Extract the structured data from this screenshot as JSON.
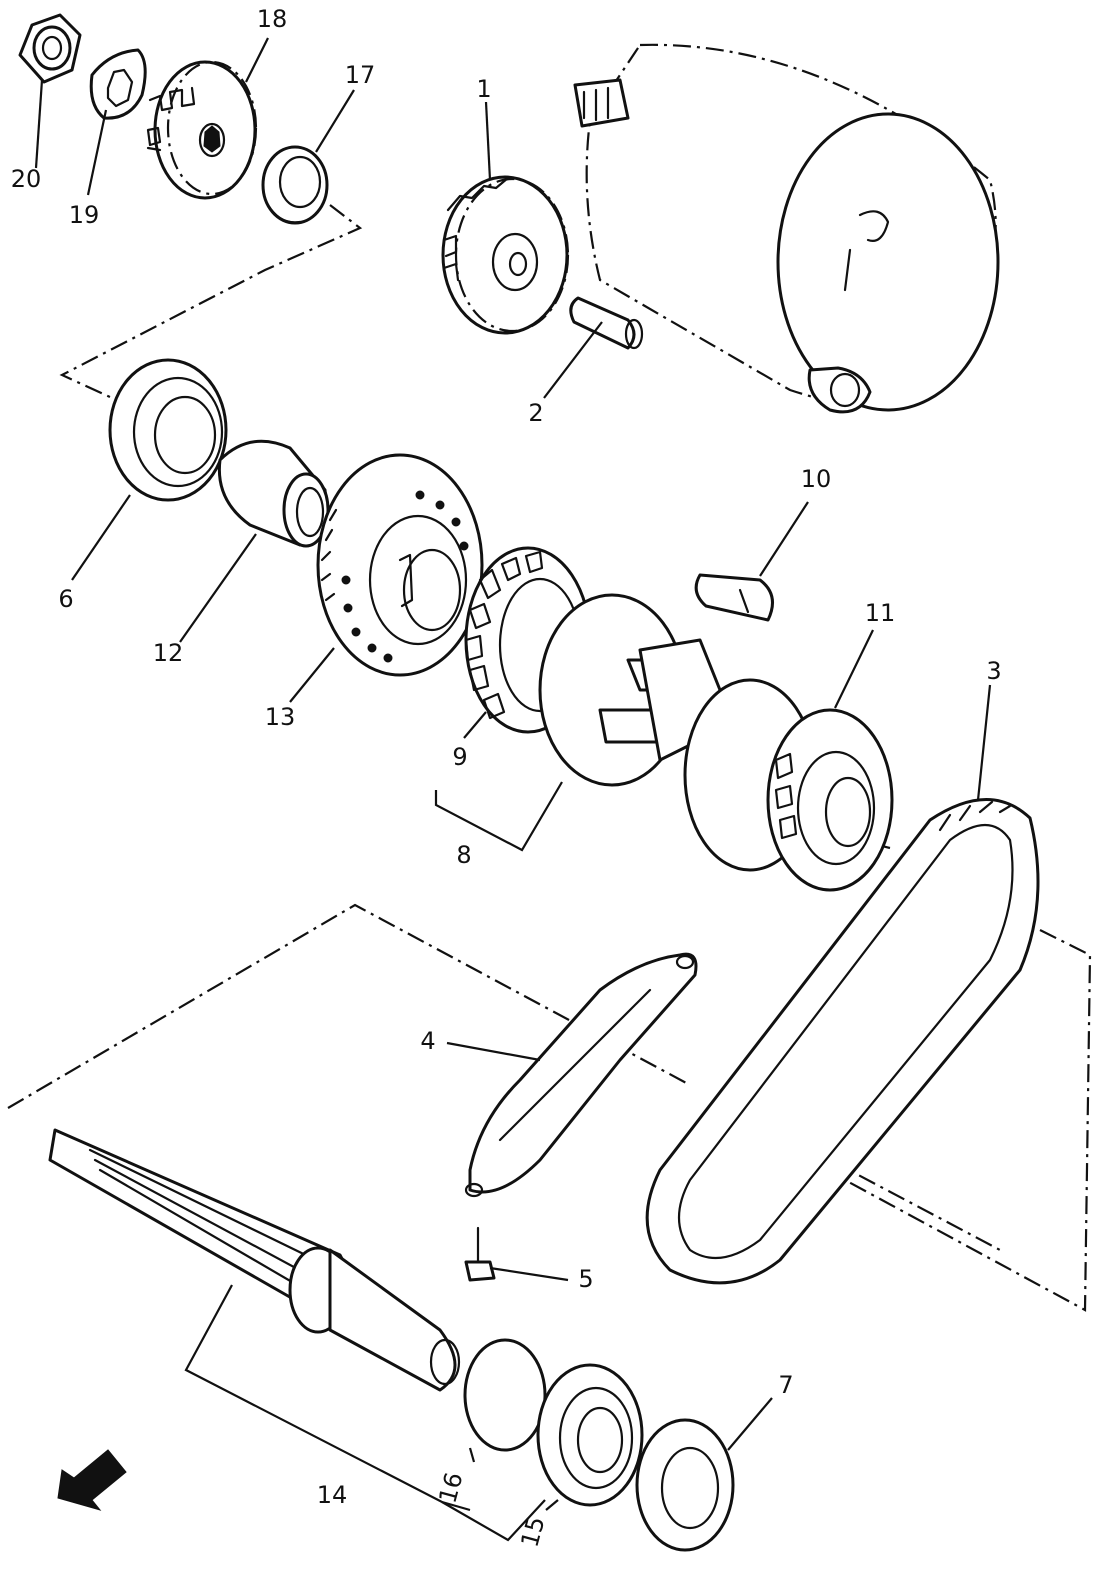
{
  "diagram": {
    "callouts": {
      "p1": "1",
      "p2": "2",
      "p3": "3",
      "p4": "4",
      "p5": "5",
      "p6": "6",
      "p7": "7",
      "p8": "8",
      "p9": "9",
      "p10": "10",
      "p11": "11",
      "p12": "12",
      "p13": "13",
      "p14": "14",
      "p15": "15",
      "p16": "16",
      "p17": "17",
      "p18": "18",
      "p19": "19",
      "p20": "20"
    },
    "colors": {
      "ink": "#111111",
      "paper": "#ffffff"
    },
    "icons": {
      "direction": "front-arrow-icon"
    }
  }
}
